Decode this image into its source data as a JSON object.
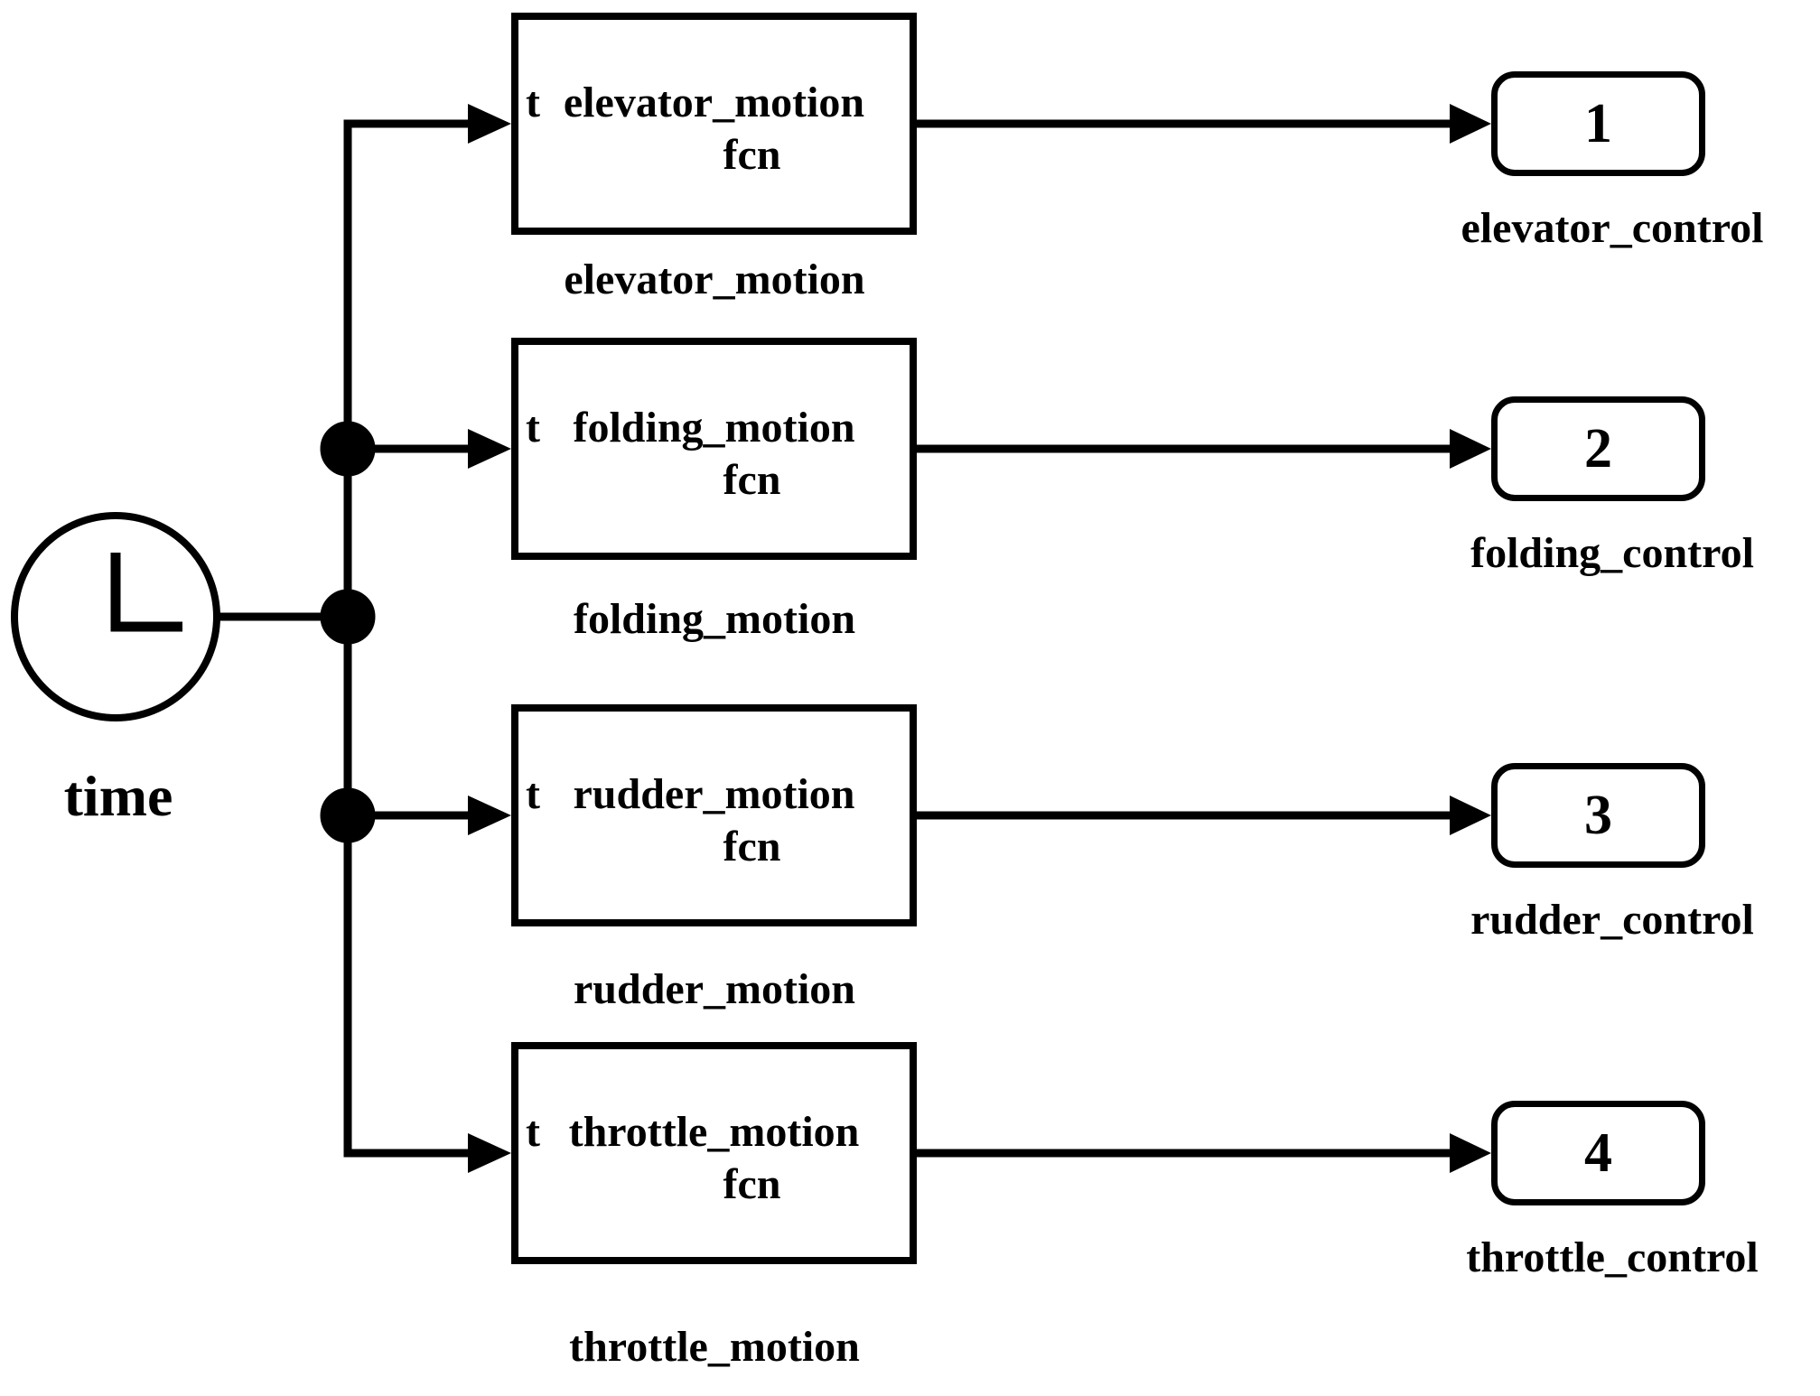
{
  "diagram": {
    "source": {
      "label": "time",
      "icon": "clock-icon"
    },
    "blocks": [
      {
        "input_label": "t",
        "name": "elevator_motion",
        "fcn": "fcn",
        "caption": "elevator_motion",
        "port_number": "1",
        "port_caption": "elevator_control"
      },
      {
        "input_label": "t",
        "name": "folding_motion",
        "fcn": "fcn",
        "caption": "folding_motion",
        "port_number": "2",
        "port_caption": "folding_control"
      },
      {
        "input_label": "t",
        "name": "rudder_motion",
        "fcn": "fcn",
        "caption": "rudder_motion",
        "port_number": "3",
        "port_caption": "rudder_control"
      },
      {
        "input_label": "t",
        "name": "throttle_motion",
        "fcn": "fcn",
        "caption": "throttle_motion",
        "port_number": "4",
        "port_caption": "throttle_control"
      }
    ],
    "colors": {
      "stroke": "#000000",
      "background": "#ffffff"
    }
  }
}
